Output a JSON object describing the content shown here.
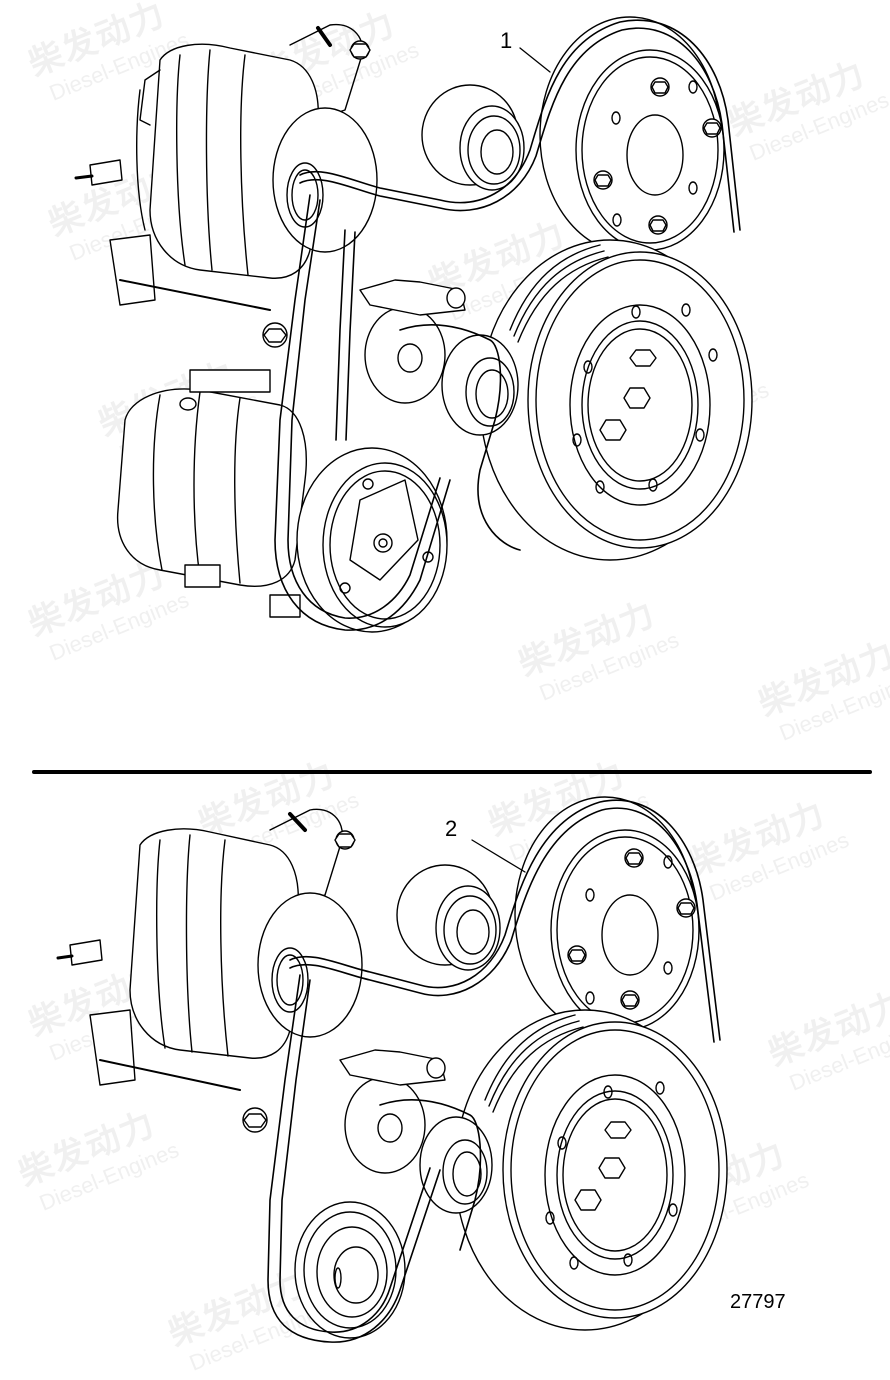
{
  "figure": {
    "number": "27797",
    "divider": true,
    "panels": [
      {
        "id": "top",
        "callout": "1",
        "label_target": "drive-belt",
        "components": [
          "alternator",
          "idler-pulley",
          "fan-hub-pulley",
          "belt-tensioner",
          "tensioner-pulley",
          "crankshaft-damper-pulley",
          "ac-compressor",
          "ac-compressor-pulley",
          "poly-v-belt"
        ]
      },
      {
        "id": "bottom",
        "callout": "2",
        "label_target": "drive-belt",
        "components": [
          "alternator",
          "idler-pulley",
          "fan-hub-pulley",
          "belt-tensioner",
          "tensioner-pulley",
          "crankshaft-damper-pulley",
          "lower-idler-pulley",
          "poly-v-belt"
        ]
      }
    ]
  },
  "watermark": {
    "cn": "柴发动力",
    "en": "Diesel-Engines"
  },
  "colors": {
    "line": "#000000",
    "background": "#ffffff",
    "watermark": "#d8d8d8"
  }
}
